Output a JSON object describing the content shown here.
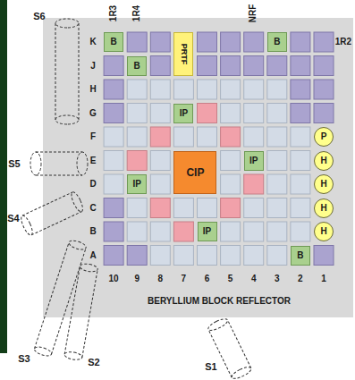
{
  "diagram": {
    "nodes": [
      {
        "text": [
          "BERYLLIUM BLOCK REFLECTOR"
        ]
      },
      {
        "text": [
          "B"
        ],
        "in": 0
      },
      {
        "text": [
          "PRTF"
        ],
        "in": 0
      },
      {
        "text": [
          "B"
        ],
        "in": 0
      },
      {
        "text": [
          "B"
        ],
        "in": 0
      },
      {
        "text": [
          "IP"
        ],
        "in": 0
      },
      {
        "text": [
          "P"
        ],
        "in": 0
      },
      {
        "text": [
          "CIP"
        ],
        "in": 0
      },
      {
        "text": [
          "IP"
        ],
        "in": 0
      },
      {
        "text": [
          "H"
        ],
        "in": 0
      },
      {
        "text": [
          "IP"
        ],
        "in": 0
      },
      {
        "text": [
          "H"
        ],
        "in": 0
      },
      {
        "text": [
          "H"
        ],
        "in": 0
      },
      {
        "text": [
          "IP"
        ],
        "in": 0
      },
      {
        "text": [
          "H"
        ],
        "in": 0
      },
      {
        "text": [
          "B"
        ],
        "in": 0
      }
    ],
    "labels": [
      "1R3",
      "1R4",
      "NRF",
      "1R2",
      "K",
      "J",
      "H",
      "G",
      "F",
      "E",
      "D",
      "C",
      "B",
      "A",
      "10",
      "9",
      "8",
      "7",
      "6",
      "5",
      "4",
      "3",
      "2",
      "1",
      "S6",
      "S5",
      "S4",
      "S3",
      "S2",
      "S1"
    ]
  }
}
